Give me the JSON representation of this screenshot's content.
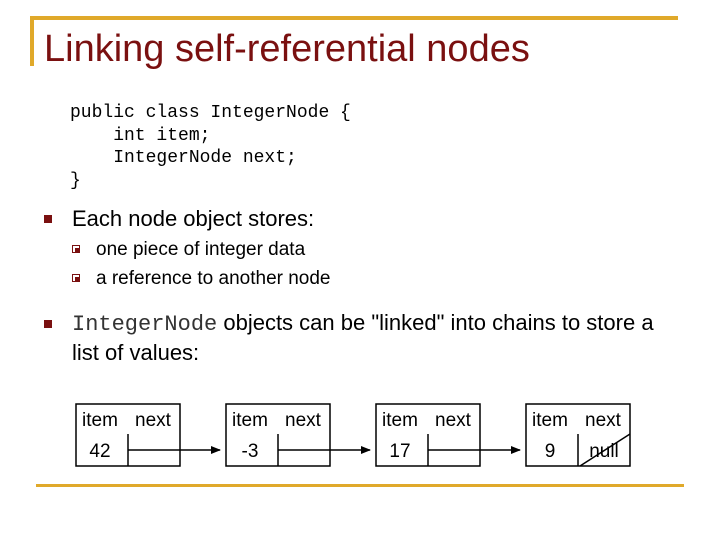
{
  "slide": {
    "title": "Linking self-referential nodes",
    "code": [
      "public class IntegerNode {",
      "    int item;",
      "    IntegerNode next;",
      "}"
    ],
    "bullets": [
      {
        "text": "Each node object stores:",
        "subitems": [
          "one piece of integer data",
          "a reference to another node"
        ]
      },
      {
        "code_part": "IntegerNode",
        "text_part": " objects can be \"linked\" into chains to store a",
        "text_line2": "list of values:"
      }
    ]
  },
  "nodes": {
    "item_label": "item",
    "next_label": "next",
    "list": [
      {
        "item": "42",
        "next": ""
      },
      {
        "item": "-3",
        "next": ""
      },
      {
        "item": "17",
        "next": ""
      },
      {
        "item": "9",
        "next": "null"
      }
    ]
  },
  "colors": {
    "title": "#7a1010",
    "accent_rule": "#e0a92a",
    "bullet": "#7a1010"
  }
}
